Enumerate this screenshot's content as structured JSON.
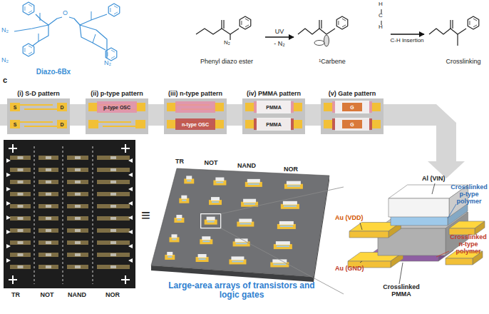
{
  "diagram": {
    "nodes": [
      {
        "text": [
          "(i) S-D pattern",
          "S",
          "D",
          "S",
          "D"
        ]
      },
      {
        "text": [
          "(ii) p-type pattern",
          "p-type OSC"
        ]
      },
      {
        "text": [
          "(iii) n-type pattern",
          "n-type OSC"
        ]
      },
      {
        "text": [
          "(iv) PMMA pattern",
          "PMMA",
          "PMMA"
        ]
      },
      {
        "text": [
          "(v) Gate pattern",
          "G",
          "G"
        ]
      }
    ],
    "labels": [
      "N₂",
      "N₂",
      "N₂",
      "O",
      "Diazo-6Bx",
      "N₂",
      "Phenyl diazo ester",
      "UV",
      "- N₂",
      "¹Carbene",
      "H",
      "C",
      "H",
      "C-H Insertion",
      "Crosslinking",
      "c",
      "≡",
      "TR",
      "NOT",
      "NAND",
      "NOR",
      "TR",
      "NOT",
      "NAND",
      "NOR",
      "Large-area arrays of transistors and logic gates",
      "Al (VIN)",
      "Crosslinked p-type polymer",
      "Au (VDD)",
      "Au (GND)",
      "Crosslinked PMMA",
      "Crosslinked n-type polymer"
    ]
  }
}
